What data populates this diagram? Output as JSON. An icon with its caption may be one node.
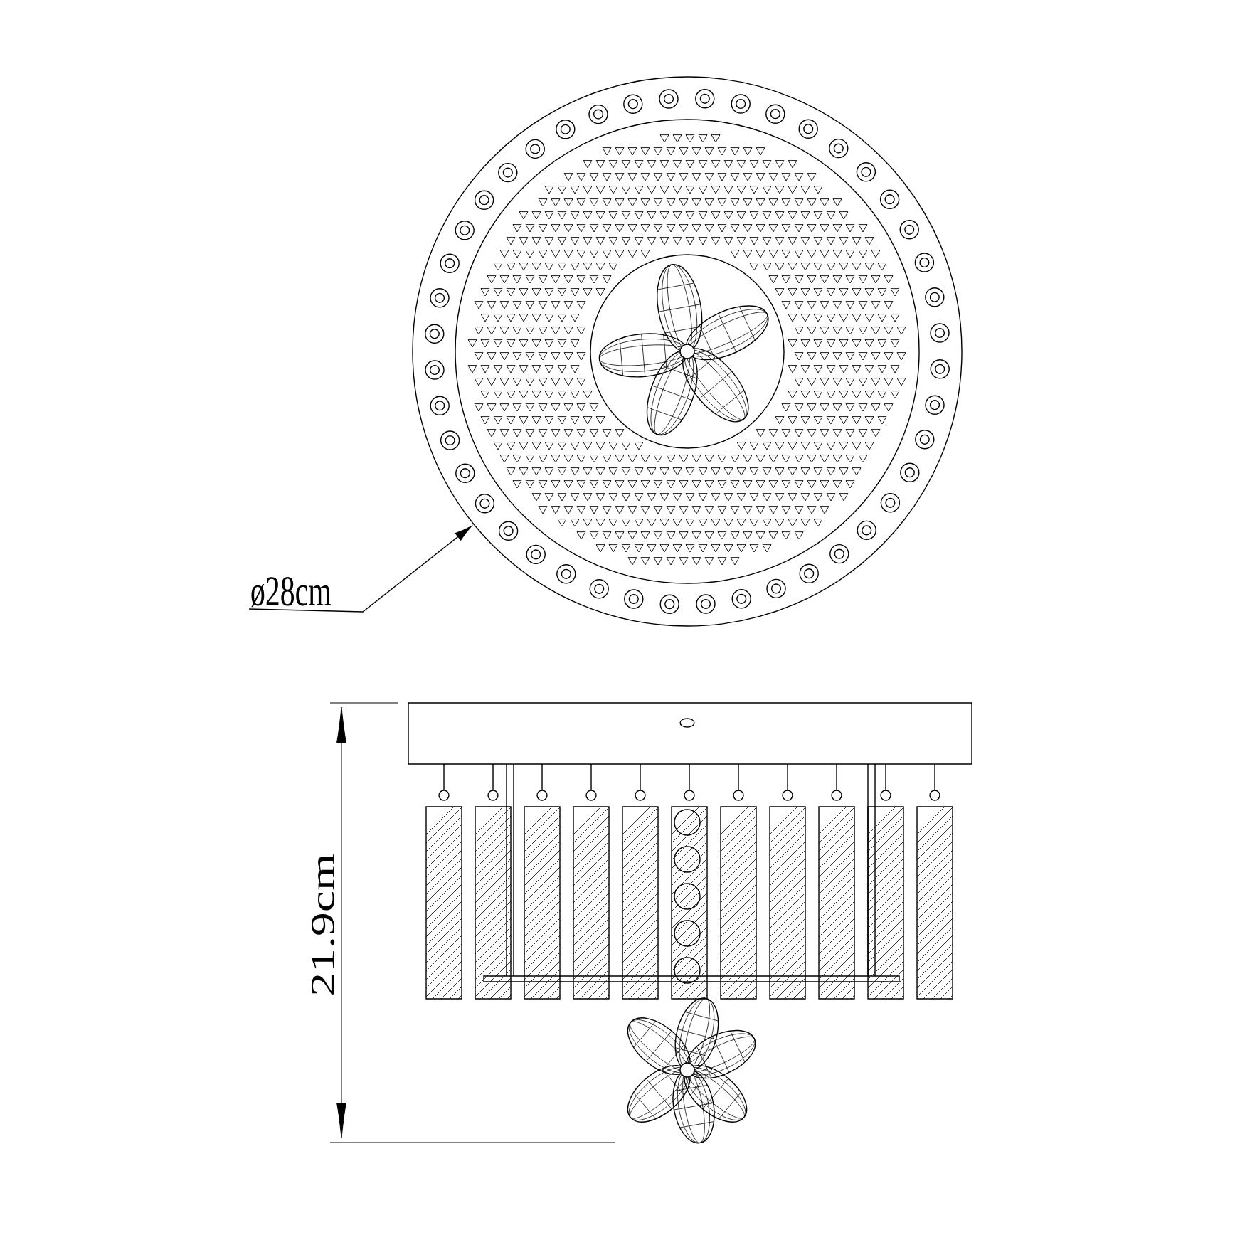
{
  "diagram": {
    "nodes": [
      {
        "text": [
          "ø28cm"
        ]
      },
      {
        "text": [],
        "shape": "circle"
      }
    ],
    "edges": [
      {
        "from": 0,
        "to": 1,
        "arrow": "to"
      }
    ],
    "labels": [
      "21.9cm"
    ]
  }
}
